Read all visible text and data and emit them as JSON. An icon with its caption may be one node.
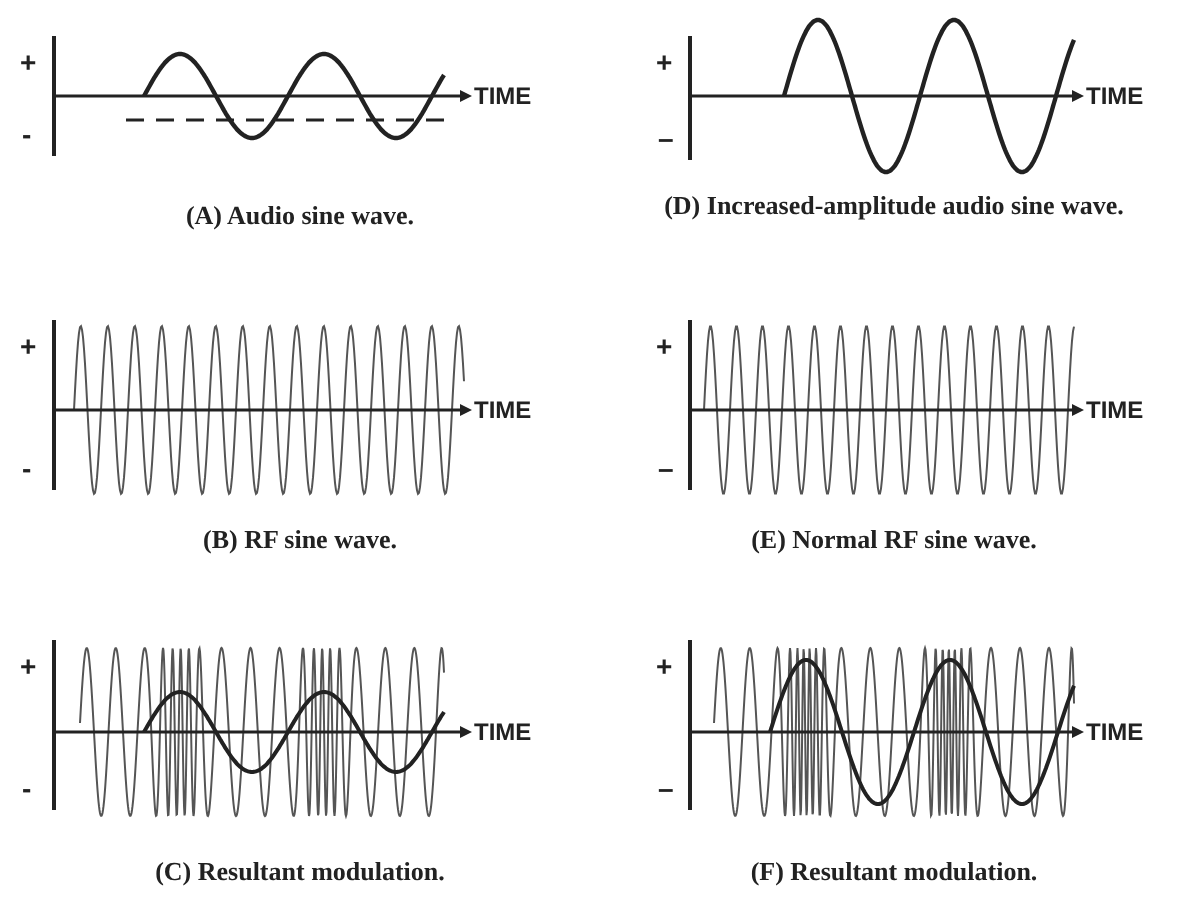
{
  "diagram": {
    "labels": [
      "+",
      "TIME",
      "-",
      "(A) Audio sine wave.",
      "+",
      "TIME",
      "–",
      "(D) Increased-amplitude audio sine wave.",
      "+",
      "TIME",
      "-",
      "(B) RF sine wave.",
      "+",
      "TIME",
      "–",
      "(E) Normal RF sine wave.",
      "+",
      "TIME",
      "-",
      "(C) Resultant modulation.",
      "+",
      "TIME",
      "–",
      "(F) Resultant modulation."
    ]
  }
}
